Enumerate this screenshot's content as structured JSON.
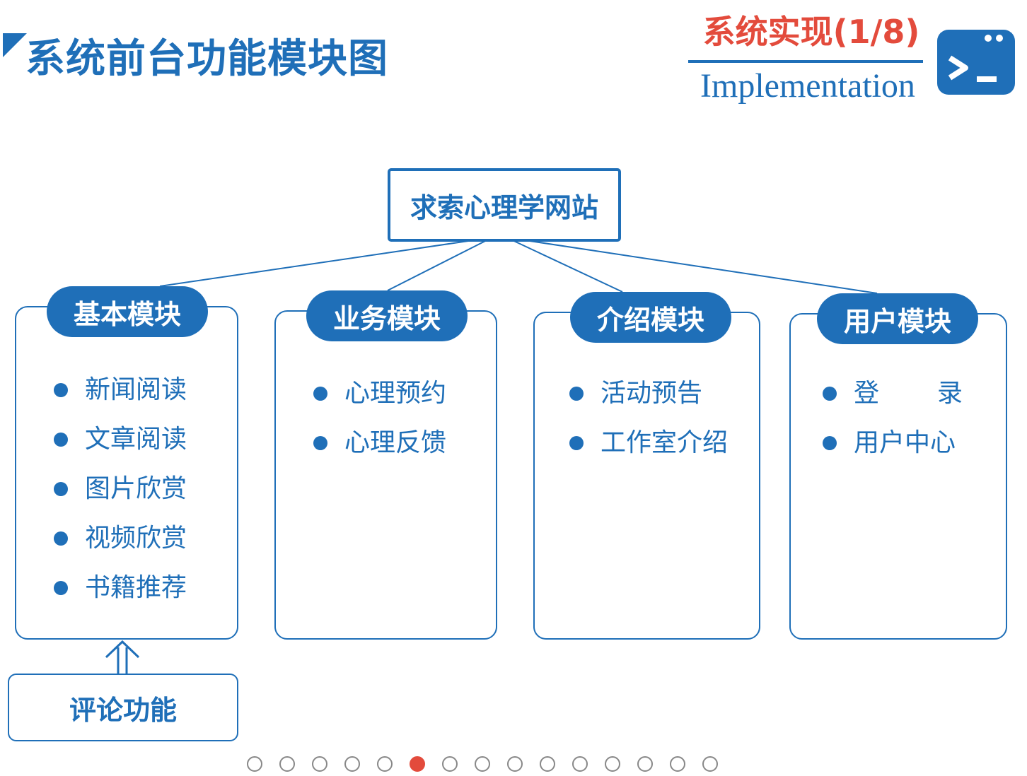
{
  "header": {
    "title": "系统前台功能模块图",
    "section_title": "系统实现(1/8)",
    "section_subtitle": "Implementation",
    "icon": "terminal-icon"
  },
  "colors": {
    "primary": "#1f6fb8",
    "accent": "#e34b3c"
  },
  "root": {
    "label": "求索心理学网站"
  },
  "modules": [
    {
      "title": "基本模块",
      "items": [
        "新闻阅读",
        "文章阅读",
        "图片欣赏",
        "视频欣赏",
        "书籍推荐"
      ]
    },
    {
      "title": "业务模块",
      "items": [
        "心理预约",
        "心理反馈"
      ]
    },
    {
      "title": "介绍模块",
      "items": [
        "活动预告",
        "工作室介绍"
      ]
    },
    {
      "title": "用户模块",
      "items": [
        "登录",
        "用户中心"
      ]
    }
  ],
  "comment": {
    "label": "评论功能"
  },
  "pager": {
    "total": 15,
    "current": 6
  }
}
